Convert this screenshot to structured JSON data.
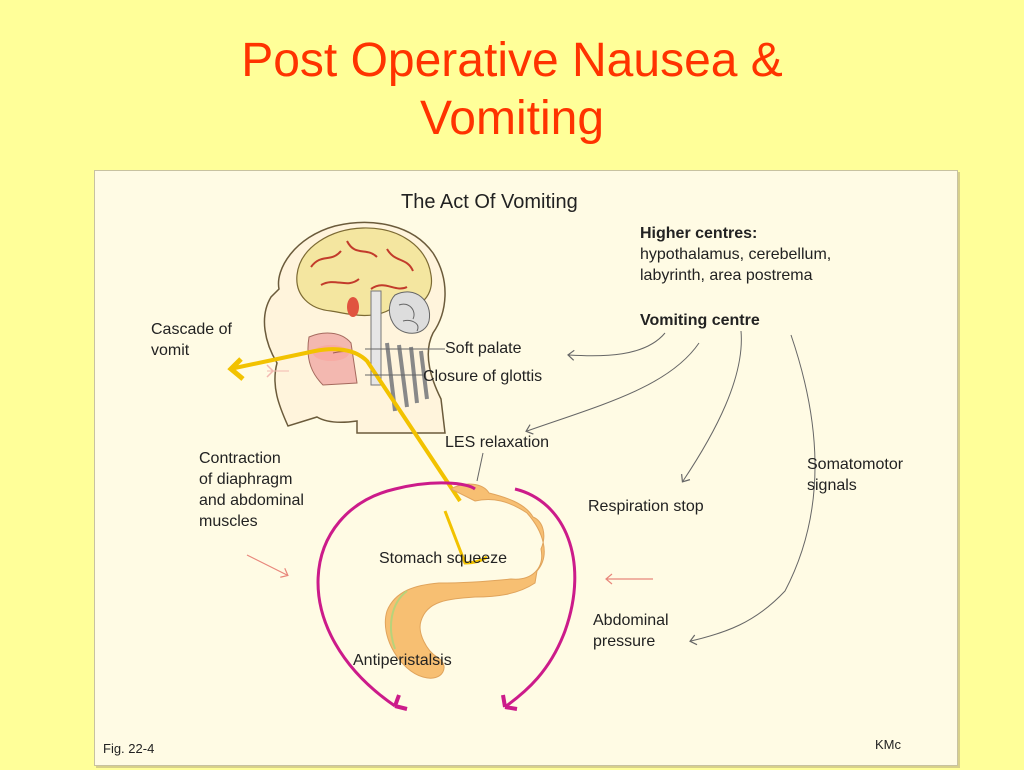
{
  "slide": {
    "title_line1": "Post Operative Nausea &",
    "title_line2": "Vomiting"
  },
  "figure": {
    "title": "The Act Of Vomiting",
    "higher_centres_heading": "Higher centres:",
    "higher_centres_line1": "hypothalamus, cerebellum,",
    "higher_centres_line2": "labyrinth, area postrema",
    "vomiting_centre": "Vomiting centre",
    "cascade_line1": "Cascade of",
    "cascade_line2": "vomit",
    "soft_palate": "Soft palate",
    "glottis": "Closure of glottis",
    "les": "LES relaxation",
    "contraction_line1": "Contraction",
    "contraction_line2": "of diaphragm",
    "contraction_line3": "and abdominal",
    "contraction_line4": "muscles",
    "somatomotor_line1": "Somatomotor",
    "somatomotor_line2": "signals",
    "respiration": "Respiration stop",
    "stomach": "Stomach squeeze",
    "abdominal_line1": "Abdominal",
    "abdominal_line2": "pressure",
    "antiperistalsis": "Antiperistalsis",
    "fig_number": "Fig. 22-4",
    "credit": "KMc"
  },
  "colors": {
    "background": "#ffff99",
    "title": "#ff3300",
    "magenta_arrow": "#cc1b8a",
    "vomit_path": "#f2c200",
    "stomach": "#f7bf72",
    "nerve_line": "#666666",
    "pink_arrow": "#e8867a"
  }
}
